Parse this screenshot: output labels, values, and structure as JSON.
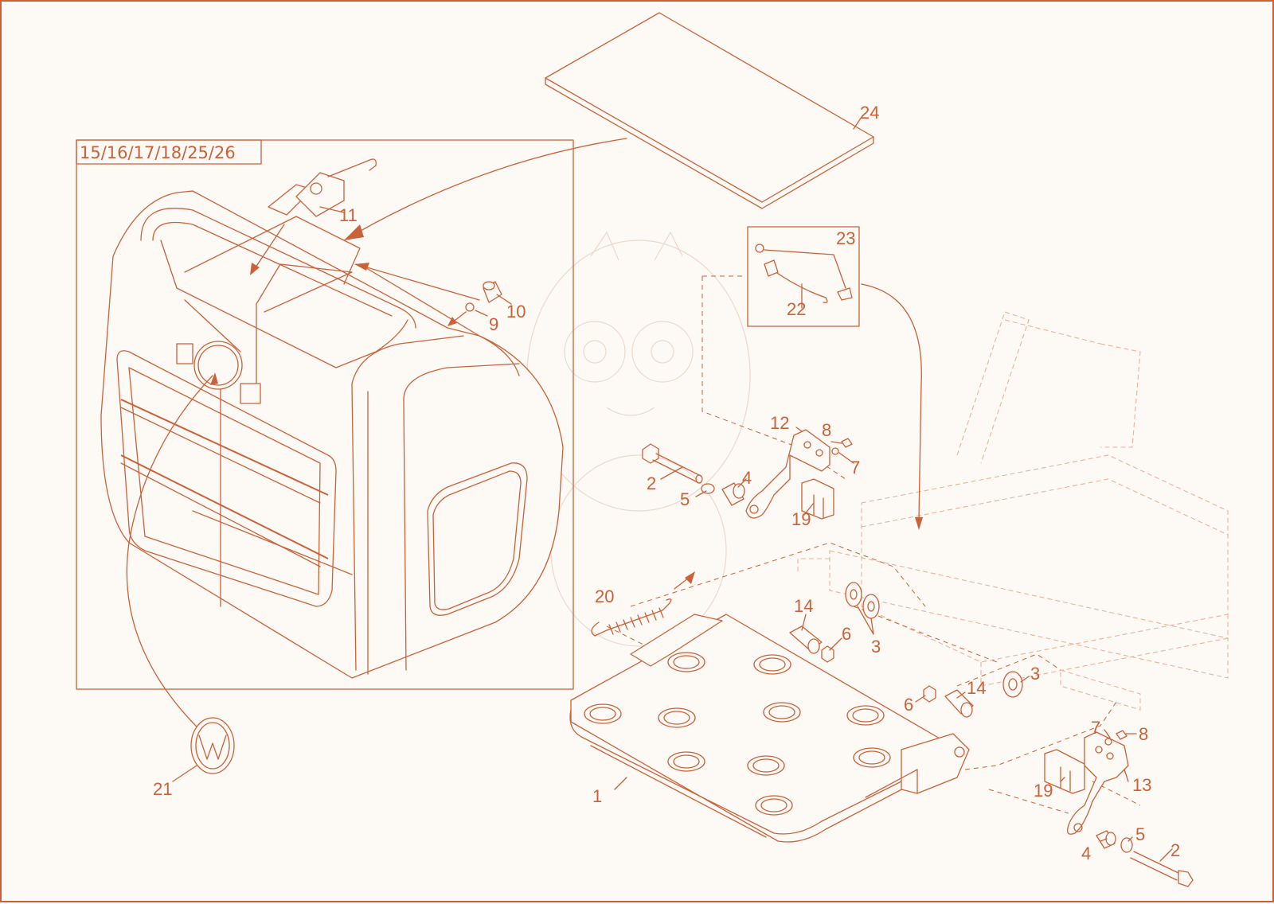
{
  "diagram": {
    "group_box_label": "15/16/17/18/25/26",
    "callouts": {
      "c1": "1",
      "c2a": "2",
      "c2b": "2",
      "c3a": "3",
      "c3b": "3",
      "c4a": "4",
      "c4b": "4",
      "c5a": "5",
      "c5b": "5",
      "c6a": "6",
      "c6b": "6",
      "c7a": "7",
      "c7b": "7",
      "c8a": "8",
      "c8b": "8",
      "c9": "9",
      "c10": "10",
      "c11": "11",
      "c12": "12",
      "c13": "13",
      "c14a": "14",
      "c14b": "14",
      "c19a": "19",
      "c19b": "19",
      "c20": "20",
      "c21": "21",
      "c22": "22",
      "c23": "23",
      "c24": "24"
    },
    "colors": {
      "line": "#c9623b",
      "ghost": "#e9b29a",
      "background": "#fdf9f4"
    }
  }
}
